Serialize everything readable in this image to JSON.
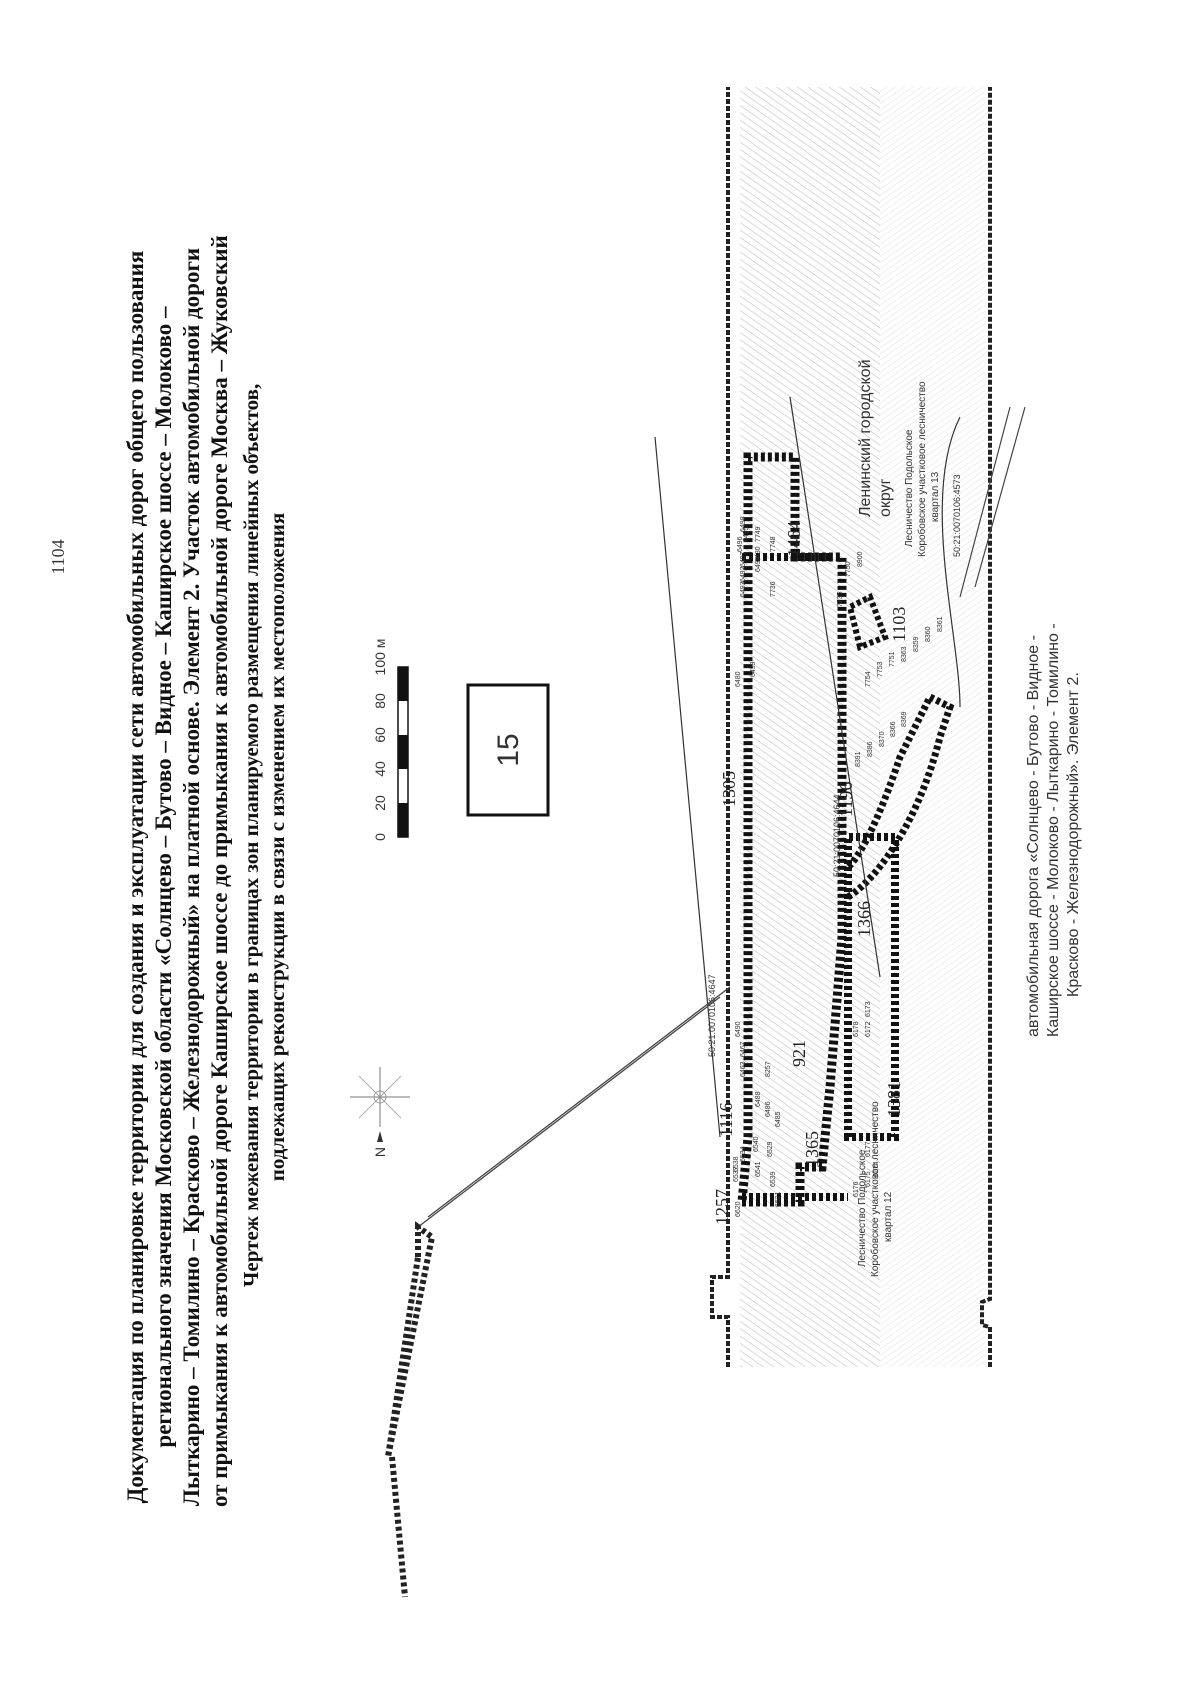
{
  "page_number": "1104",
  "title_lines": [
    "Документация по планировке территории для создания и эксплуатации сети автомобильных дорог общего пользования",
    "регионального значения Московской области «Солнцево – Бутово – Видное – Каширское шоссе – Молоково –",
    "Лыткарино – Томилино – Красково – Железнодорожный» на платной основе. Элемент 2. Участок автомобильной дороги",
    "от примыкания к автомобильной дороге Каширское шоссе до примыкания к автомобильной дороге Москва – Жуковский"
  ],
  "drawing_title_lines": [
    "Чертеж межевания территории в границах зон планируемого размещения линейных объектов,",
    "подлежащих реконструкции в связи с изменением их местоположения"
  ],
  "sheet_number": "15",
  "scale_bar": {
    "ticks": [
      "0",
      "20",
      "40",
      "60",
      "80",
      "100 м"
    ]
  },
  "compass_label": "N",
  "district_label": [
    "Ленинский городской",
    "округ"
  ],
  "forestry_labels": {
    "quarter_13": [
      "Лесничество Подольское",
      "Коробовское участковое лесничество",
      "квартал 13"
    ],
    "quarter_12": [
      "Лесничество Подольское",
      "Коробовское участковое лесничество",
      "квартал 12"
    ]
  },
  "road_caption": [
    "автомобильная  дорога  «Солнцево  -  Бутово  -  Видное  -",
    "Каширское  шоссе  -  Молоково  -  Лыткарино  -  Томилино  -",
    "Красково - Железнодорожный». Элемент 2."
  ],
  "zone_labels": [
    "1257",
    "1116",
    "1365",
    "921",
    "1381",
    "1366",
    "1196",
    "1305",
    "1103",
    "1464"
  ],
  "cadastral_labels": [
    "50:21:0070106:4647",
    "50:21:0070106:4644",
    "50:21:0070106:4573"
  ],
  "point_labels": [
    "6620",
    "6537",
    "6538",
    "6534",
    "6541",
    "6540",
    "6539",
    "6529",
    "6521",
    "6485",
    "6486",
    "6488",
    "8257",
    "6463",
    "6467",
    "6490",
    "6480",
    "6499",
    "6178",
    "6172",
    "6173",
    "6176",
    "6175",
    "6174",
    "6177",
    "8391",
    "8386",
    "8370",
    "8366",
    "8369",
    "7754",
    "7753",
    "7751",
    "8363",
    "8359",
    "8360",
    "8361",
    "7735",
    "7750",
    "8900",
    "7736",
    "6493",
    "6492",
    "6494",
    "6480",
    "7748",
    "7749",
    "6497",
    "6496",
    "6495",
    "6498"
  ],
  "colors": {
    "ink": "#111111",
    "hatch": "#7a7a7a",
    "zone": "#1a1a1a",
    "paper": "#ffffff"
  }
}
